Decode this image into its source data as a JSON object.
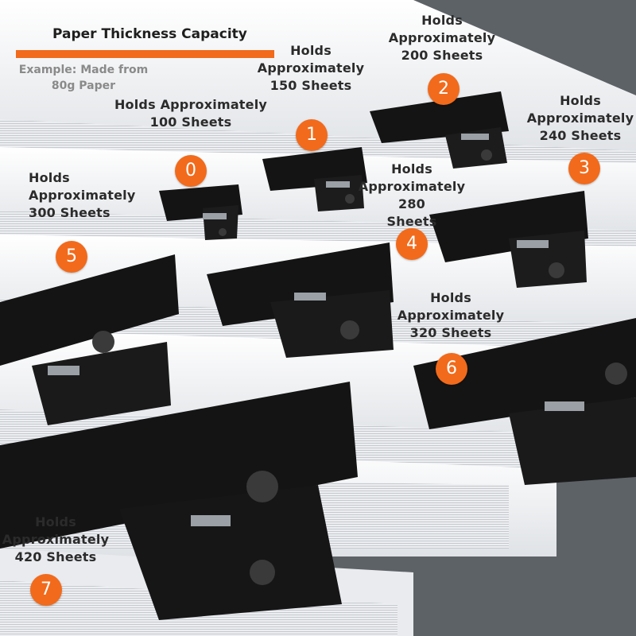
{
  "title": "Paper Thickness Capacity",
  "accent_color": "#f26a1b",
  "note": [
    "Example: Made from",
    "80g Paper"
  ],
  "clips": [
    {
      "badge": "0",
      "lines": [
        "Holds Approximately",
        "100 Sheets"
      ]
    },
    {
      "badge": "1",
      "lines": [
        "Holds",
        "Approximately",
        "150 Sheets"
      ]
    },
    {
      "badge": "2",
      "lines": [
        "Holds",
        "Approximately",
        "200 Sheets"
      ]
    },
    {
      "badge": "3",
      "lines": [
        "Holds",
        "Approximately",
        "240 Sheets"
      ]
    },
    {
      "badge": "4",
      "lines": [
        "Holds",
        "Approximately",
        "280",
        "Sheets"
      ]
    },
    {
      "badge": "5",
      "lines": [
        "Holds",
        "Approximately",
        "300 Sheets"
      ]
    },
    {
      "badge": "6",
      "lines": [
        "Holds",
        "Approximately",
        "320 Sheets"
      ]
    },
    {
      "badge": "7",
      "lines": [
        "Holds",
        "Approximately",
        "420 Sheets"
      ]
    }
  ]
}
